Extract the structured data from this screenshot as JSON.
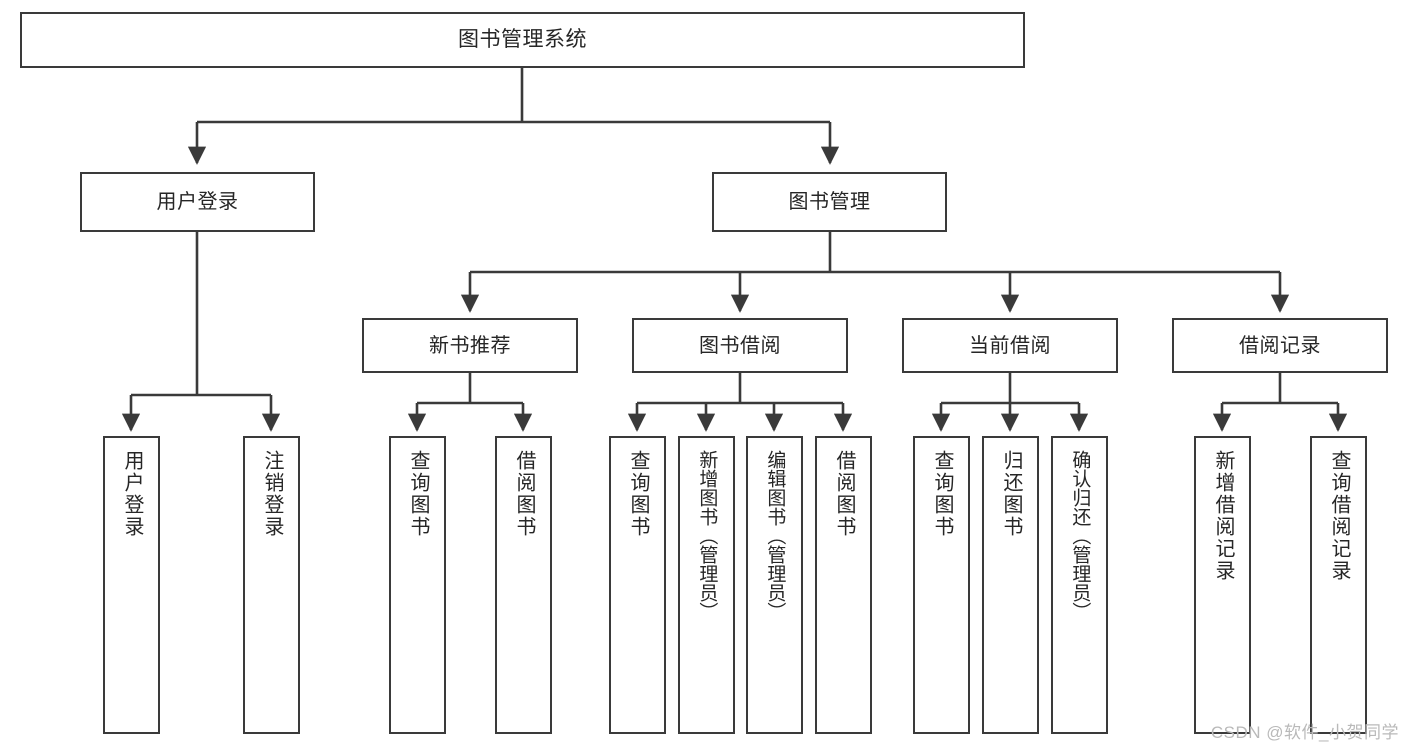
{
  "diagram": {
    "title_node": {
      "label": "图书管理系统"
    },
    "level2": [
      {
        "label": "用户登录"
      },
      {
        "label": "图书管理"
      }
    ],
    "level3": [
      {
        "label": "新书推荐"
      },
      {
        "label": "图书借阅"
      },
      {
        "label": "当前借阅"
      },
      {
        "label": "借阅记录"
      }
    ],
    "leaves": [
      {
        "label": "用户登录"
      },
      {
        "label": "注销登录"
      },
      {
        "label": "查询图书"
      },
      {
        "label": "借阅图书"
      },
      {
        "label": "查询图书"
      },
      {
        "label": "新增图书（管理员）"
      },
      {
        "label": "编辑图书（管理员）"
      },
      {
        "label": "借阅图书"
      },
      {
        "label": "查询图书"
      },
      {
        "label": "归还图书"
      },
      {
        "label": "确认归还（管理员）"
      },
      {
        "label": "新增借阅记录"
      },
      {
        "label": "查询借阅记录"
      }
    ]
  },
  "watermark": {
    "text": "CSDN @软件_小贺同学"
  },
  "colors": {
    "stroke": "#3a3a3a",
    "text": "#262626",
    "background": "#ffffff",
    "watermark": "#b9b9b9"
  }
}
